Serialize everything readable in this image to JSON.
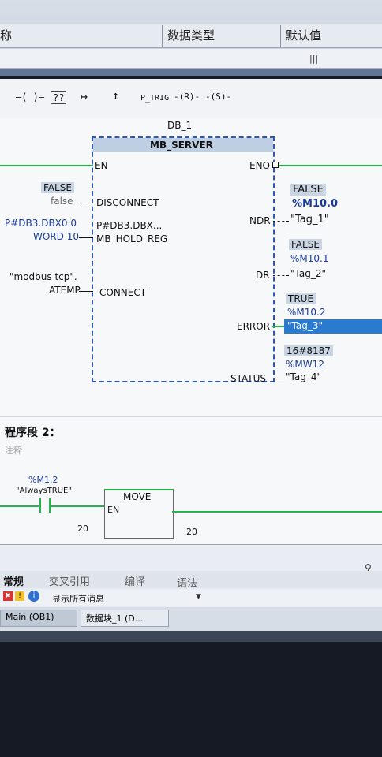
{
  "header": {
    "col1": "称",
    "col2": "数据类型",
    "col3": "默认值",
    "scroll_glyph": "|||"
  },
  "toolbar": {
    "contact": "—( )—",
    "box": "??",
    "arrow_jump": "↦",
    "arrow_return": "↥",
    "ptrig": "P_TRIG",
    "reset": "-(R)-",
    "set": "-(S)-"
  },
  "network1": {
    "instance": "DB_1",
    "block_name": "MB_SERVER",
    "en": "EN",
    "eno": "ENO",
    "disconnect_pin": "DISCONNECT",
    "disconnect_status": "FALSE",
    "disconnect_value": "false",
    "holdreg_pin": "MB_HOLD_REG",
    "holdreg_inner": "P#DB3.DBX...",
    "holdreg_addr": "P#DB3.DBX0.0",
    "holdreg_type": "WORD 10",
    "connect_pin": "CONNECT",
    "connect_value": "\"modbus tcp\".",
    "connect_value2": "ATEMP",
    "ndr_pin": "NDR",
    "ndr_status": "FALSE",
    "ndr_addr": "%M10.0",
    "ndr_tag": "\"Tag_1\"",
    "dr_pin": "DR",
    "dr_status": "FALSE",
    "dr_addr": "%M10.1",
    "dr_tag": "\"Tag_2\"",
    "error_pin": "ERROR",
    "error_status": "TRUE",
    "error_addr": "%M10.2",
    "error_tag": "\"Tag_3\"",
    "status_pin": "STATUS",
    "status_value": "16#8187",
    "status_addr": "%MW12",
    "status_tag": "\"Tag_4\""
  },
  "network2": {
    "title": "程序段 2：",
    "comment": "注释",
    "contact_addr": "%M1.2",
    "contact_tag": "\"AlwaysTRUE\"",
    "move_name": "MOVE",
    "move_en": "EN",
    "in_value": "20",
    "out_value": "20"
  },
  "bottom": {
    "tab1": "常规",
    "tab2": "交叉引用",
    "tab3": "编译",
    "tab4": "语法",
    "filter": "显示所有消息",
    "task1": "Main (OB1)",
    "task2": "数据块_1 (D..."
  }
}
